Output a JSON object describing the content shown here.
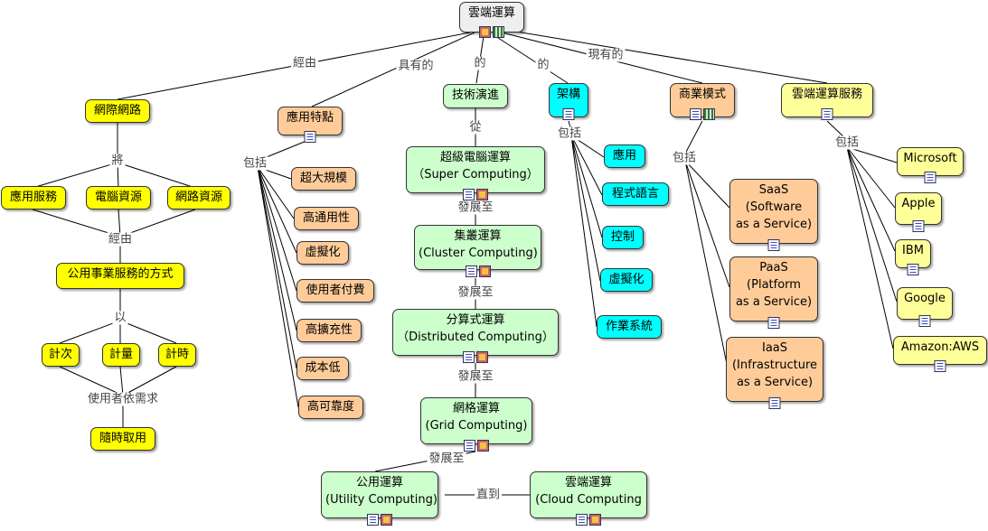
{
  "nodes": {
    "root": [
      "雲端運算"
    ],
    "internet": [
      "網際網路"
    ],
    "app_service": [
      "應用服務"
    ],
    "computer_res": [
      "電腦資源"
    ],
    "network_res": [
      "網路資源"
    ],
    "utility_way": [
      "公用事業服務的方式"
    ],
    "count_times": [
      "計次"
    ],
    "count_amount": [
      "計量"
    ],
    "count_time": [
      "計時"
    ],
    "on_demand": [
      "隨時取用"
    ],
    "features": [
      "應用特點"
    ],
    "f_scale": [
      "超大規模"
    ],
    "f_avail": [
      "高通用性"
    ],
    "f_virtual": [
      "虛擬化"
    ],
    "f_pay": [
      "使用者付費"
    ],
    "f_expand": [
      "高擴充性"
    ],
    "f_cost": [
      "成本低"
    ],
    "f_reliable": [
      "高可靠度"
    ],
    "tech": [
      "技術演進"
    ],
    "super": [
      "超級電腦運算",
      "（Super Computing）"
    ],
    "cluster": [
      "集叢運算",
      "(Cluster Computing)"
    ],
    "distributed": [
      "分算式運算",
      "（Distributed Computing）"
    ],
    "grid": [
      "網格運算",
      "(Grid Computing)"
    ],
    "utility_comp": [
      "公用運算",
      "(Utility Computing)"
    ],
    "cloud_comp": [
      "雲端運算",
      "(Cloud Computing"
    ],
    "arch": [
      "架構"
    ],
    "a_app": [
      "應用"
    ],
    "a_lang": [
      "程式語言"
    ],
    "a_control": [
      "控制"
    ],
    "a_virtual": [
      "虛擬化"
    ],
    "a_os": [
      "作業系統"
    ],
    "biz": [
      "商業模式"
    ],
    "saas": [
      "SaaS",
      "(Software",
      "as a Service)"
    ],
    "paas": [
      "PaaS",
      "(Platform",
      "as a Service)"
    ],
    "iaas": [
      "IaaS",
      "(Infrastructure",
      "as a Service)"
    ],
    "services": [
      "雲端運算服務"
    ],
    "microsoft": [
      "Microsoft"
    ],
    "apple": [
      "Apple"
    ],
    "ibm": [
      "IBM"
    ],
    "google": [
      "Google"
    ],
    "aws": [
      "Amazon:AWS"
    ]
  },
  "labels": {
    "via": "經由",
    "has": "具有的",
    "of1": "的",
    "of2": "的",
    "existing": "現有的",
    "will": "將",
    "via2": "經由",
    "by": "以",
    "demand": "使用者依需求",
    "include_f": "包括",
    "from": "從",
    "dev1": "發展至",
    "dev2": "發展至",
    "dev3": "發展至",
    "dev4": "發展至",
    "until": "直到",
    "include_a": "包括",
    "include_b": "包括",
    "include_s": "包括"
  },
  "colors": {
    "yellow": "#ffff00",
    "light_yellow": "#ffff99",
    "green": "#ccffcc",
    "orange": "#ffcc99",
    "cyan": "#00ffff"
  }
}
